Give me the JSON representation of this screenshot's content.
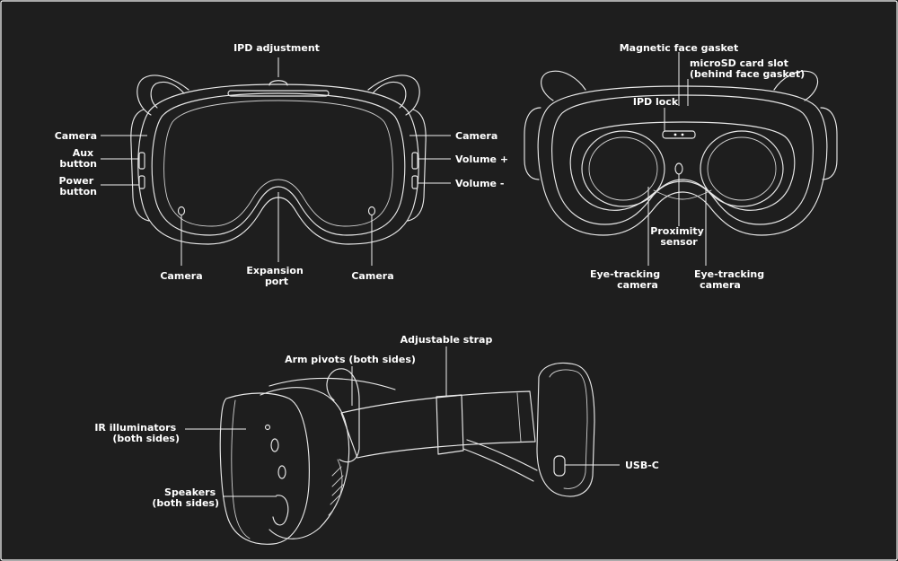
{
  "colors": {
    "background": "#1e1e1e",
    "line": "#e8e8e8",
    "text": "#ffffff"
  },
  "front_view": {
    "ipd_adjustment": "IPD adjustment",
    "camera_left": "Camera",
    "aux_button": [
      "Aux",
      "button"
    ],
    "power_button": [
      "Power",
      "button"
    ],
    "camera_right": "Camera",
    "volume_up": "Volume +",
    "volume_down": "Volume -",
    "camera_bottom_left": "Camera",
    "expansion_port": [
      "Expansion",
      "port"
    ],
    "camera_bottom_right": "Camera"
  },
  "rear_view": {
    "magnetic_face_gasket": "Magnetic face gasket",
    "microsd_slot": [
      "microSD card slot",
      "(behind face gasket)"
    ],
    "ipd_lock": "IPD lock",
    "proximity_sensor": [
      "Proximity",
      "sensor"
    ],
    "eye_tracking_left": [
      "Eye-tracking",
      "camera"
    ],
    "eye_tracking_right": [
      "Eye-tracking",
      "camera"
    ]
  },
  "side_view": {
    "adjustable_strap": "Adjustable strap",
    "arm_pivots": "Arm pivots (both sides)",
    "ir_illuminators": [
      "IR illuminators",
      "(both sides)"
    ],
    "speakers": [
      "Speakers",
      "(both sides)"
    ],
    "usb_c": "USB-C"
  }
}
